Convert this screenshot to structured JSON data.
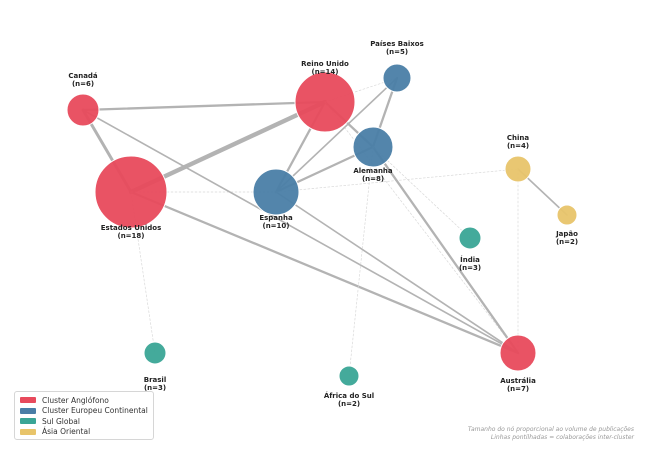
{
  "colors": {
    "anglophone": "#e84a5c",
    "european": "#4a7ea6",
    "south": "#3aa596",
    "asia": "#e8c46a"
  },
  "nodes": [
    {
      "id": "estados_unidos",
      "name": "Estados Unidos",
      "n": 18,
      "cluster": "anglophone"
    },
    {
      "id": "reino_unido",
      "name": "Reino Unido",
      "n": 14,
      "cluster": "anglophone"
    },
    {
      "id": "espanha",
      "name": "Espanha",
      "n": 10,
      "cluster": "european"
    },
    {
      "id": "alemanha",
      "name": "Alemanha",
      "n": 8,
      "cluster": "european"
    },
    {
      "id": "australia",
      "name": "Austrália",
      "n": 7,
      "cluster": "anglophone"
    },
    {
      "id": "canada",
      "name": "Canadá",
      "n": 6,
      "cluster": "anglophone"
    },
    {
      "id": "paises_baixos",
      "name": "Países Baixos",
      "n": 5,
      "cluster": "european"
    },
    {
      "id": "china",
      "name": "China",
      "n": 4,
      "cluster": "asia"
    },
    {
      "id": "brasil",
      "name": "Brasil",
      "n": 3,
      "cluster": "south"
    },
    {
      "id": "india",
      "name": "Índia",
      "n": 3,
      "cluster": "south"
    },
    {
      "id": "japao",
      "name": "Japão",
      "n": 2,
      "cluster": "asia"
    },
    {
      "id": "africa_do_sul",
      "name": "África do Sul",
      "n": 2,
      "cluster": "south"
    }
  ],
  "edges": [
    {
      "from": "estados_unidos",
      "to": "reino_unido",
      "weight": 5,
      "dashed": false
    },
    {
      "from": "estados_unidos",
      "to": "canada",
      "weight": 3,
      "dashed": false
    },
    {
      "from": "estados_unidos",
      "to": "australia",
      "weight": 2,
      "dashed": false
    },
    {
      "from": "estados_unidos",
      "to": "espanha",
      "weight": 1,
      "dashed": true
    },
    {
      "from": "estados_unidos",
      "to": "brasil",
      "weight": 1,
      "dashed": true
    },
    {
      "from": "canada",
      "to": "reino_unido",
      "weight": 2,
      "dashed": false
    },
    {
      "from": "canada",
      "to": "australia",
      "weight": 1,
      "dashed": false
    },
    {
      "from": "reino_unido",
      "to": "espanha",
      "weight": 2,
      "dashed": false
    },
    {
      "from": "reino_unido",
      "to": "alemanha",
      "weight": 2,
      "dashed": false
    },
    {
      "from": "reino_unido",
      "to": "paises_baixos",
      "weight": 1,
      "dashed": true
    },
    {
      "from": "reino_unido",
      "to": "australia",
      "weight": 1,
      "dashed": true
    },
    {
      "from": "espanha",
      "to": "alemanha",
      "weight": 2,
      "dashed": false
    },
    {
      "from": "espanha",
      "to": "paises_baixos",
      "weight": 1,
      "dashed": false
    },
    {
      "from": "espanha",
      "to": "australia",
      "weight": 1,
      "dashed": false
    },
    {
      "from": "espanha",
      "to": "china",
      "weight": 1,
      "dashed": true
    },
    {
      "from": "alemanha",
      "to": "paises_baixos",
      "weight": 2,
      "dashed": false
    },
    {
      "from": "alemanha",
      "to": "australia",
      "weight": 2,
      "dashed": false
    },
    {
      "from": "alemanha",
      "to": "india",
      "weight": 1,
      "dashed": true
    },
    {
      "from": "alemanha",
      "to": "africa_do_sul",
      "weight": 1,
      "dashed": true
    },
    {
      "from": "china",
      "to": "japao",
      "weight": 1,
      "dashed": false
    },
    {
      "from": "china",
      "to": "australia",
      "weight": 1,
      "dashed": true
    }
  ],
  "legend": {
    "items": [
      {
        "label": "Cluster Anglófono",
        "cluster": "anglophone"
      },
      {
        "label": "Cluster Europeu Continental",
        "cluster": "european"
      },
      {
        "label": "Sul Global",
        "cluster": "south"
      },
      {
        "label": "Ásia Oriental",
        "cluster": "asia"
      }
    ]
  },
  "footnote": {
    "line1": "Tamanho do nó proporcional ao volume de publicações",
    "line2": "Linhas pontilhadas = colaborações inter-cluster"
  }
}
